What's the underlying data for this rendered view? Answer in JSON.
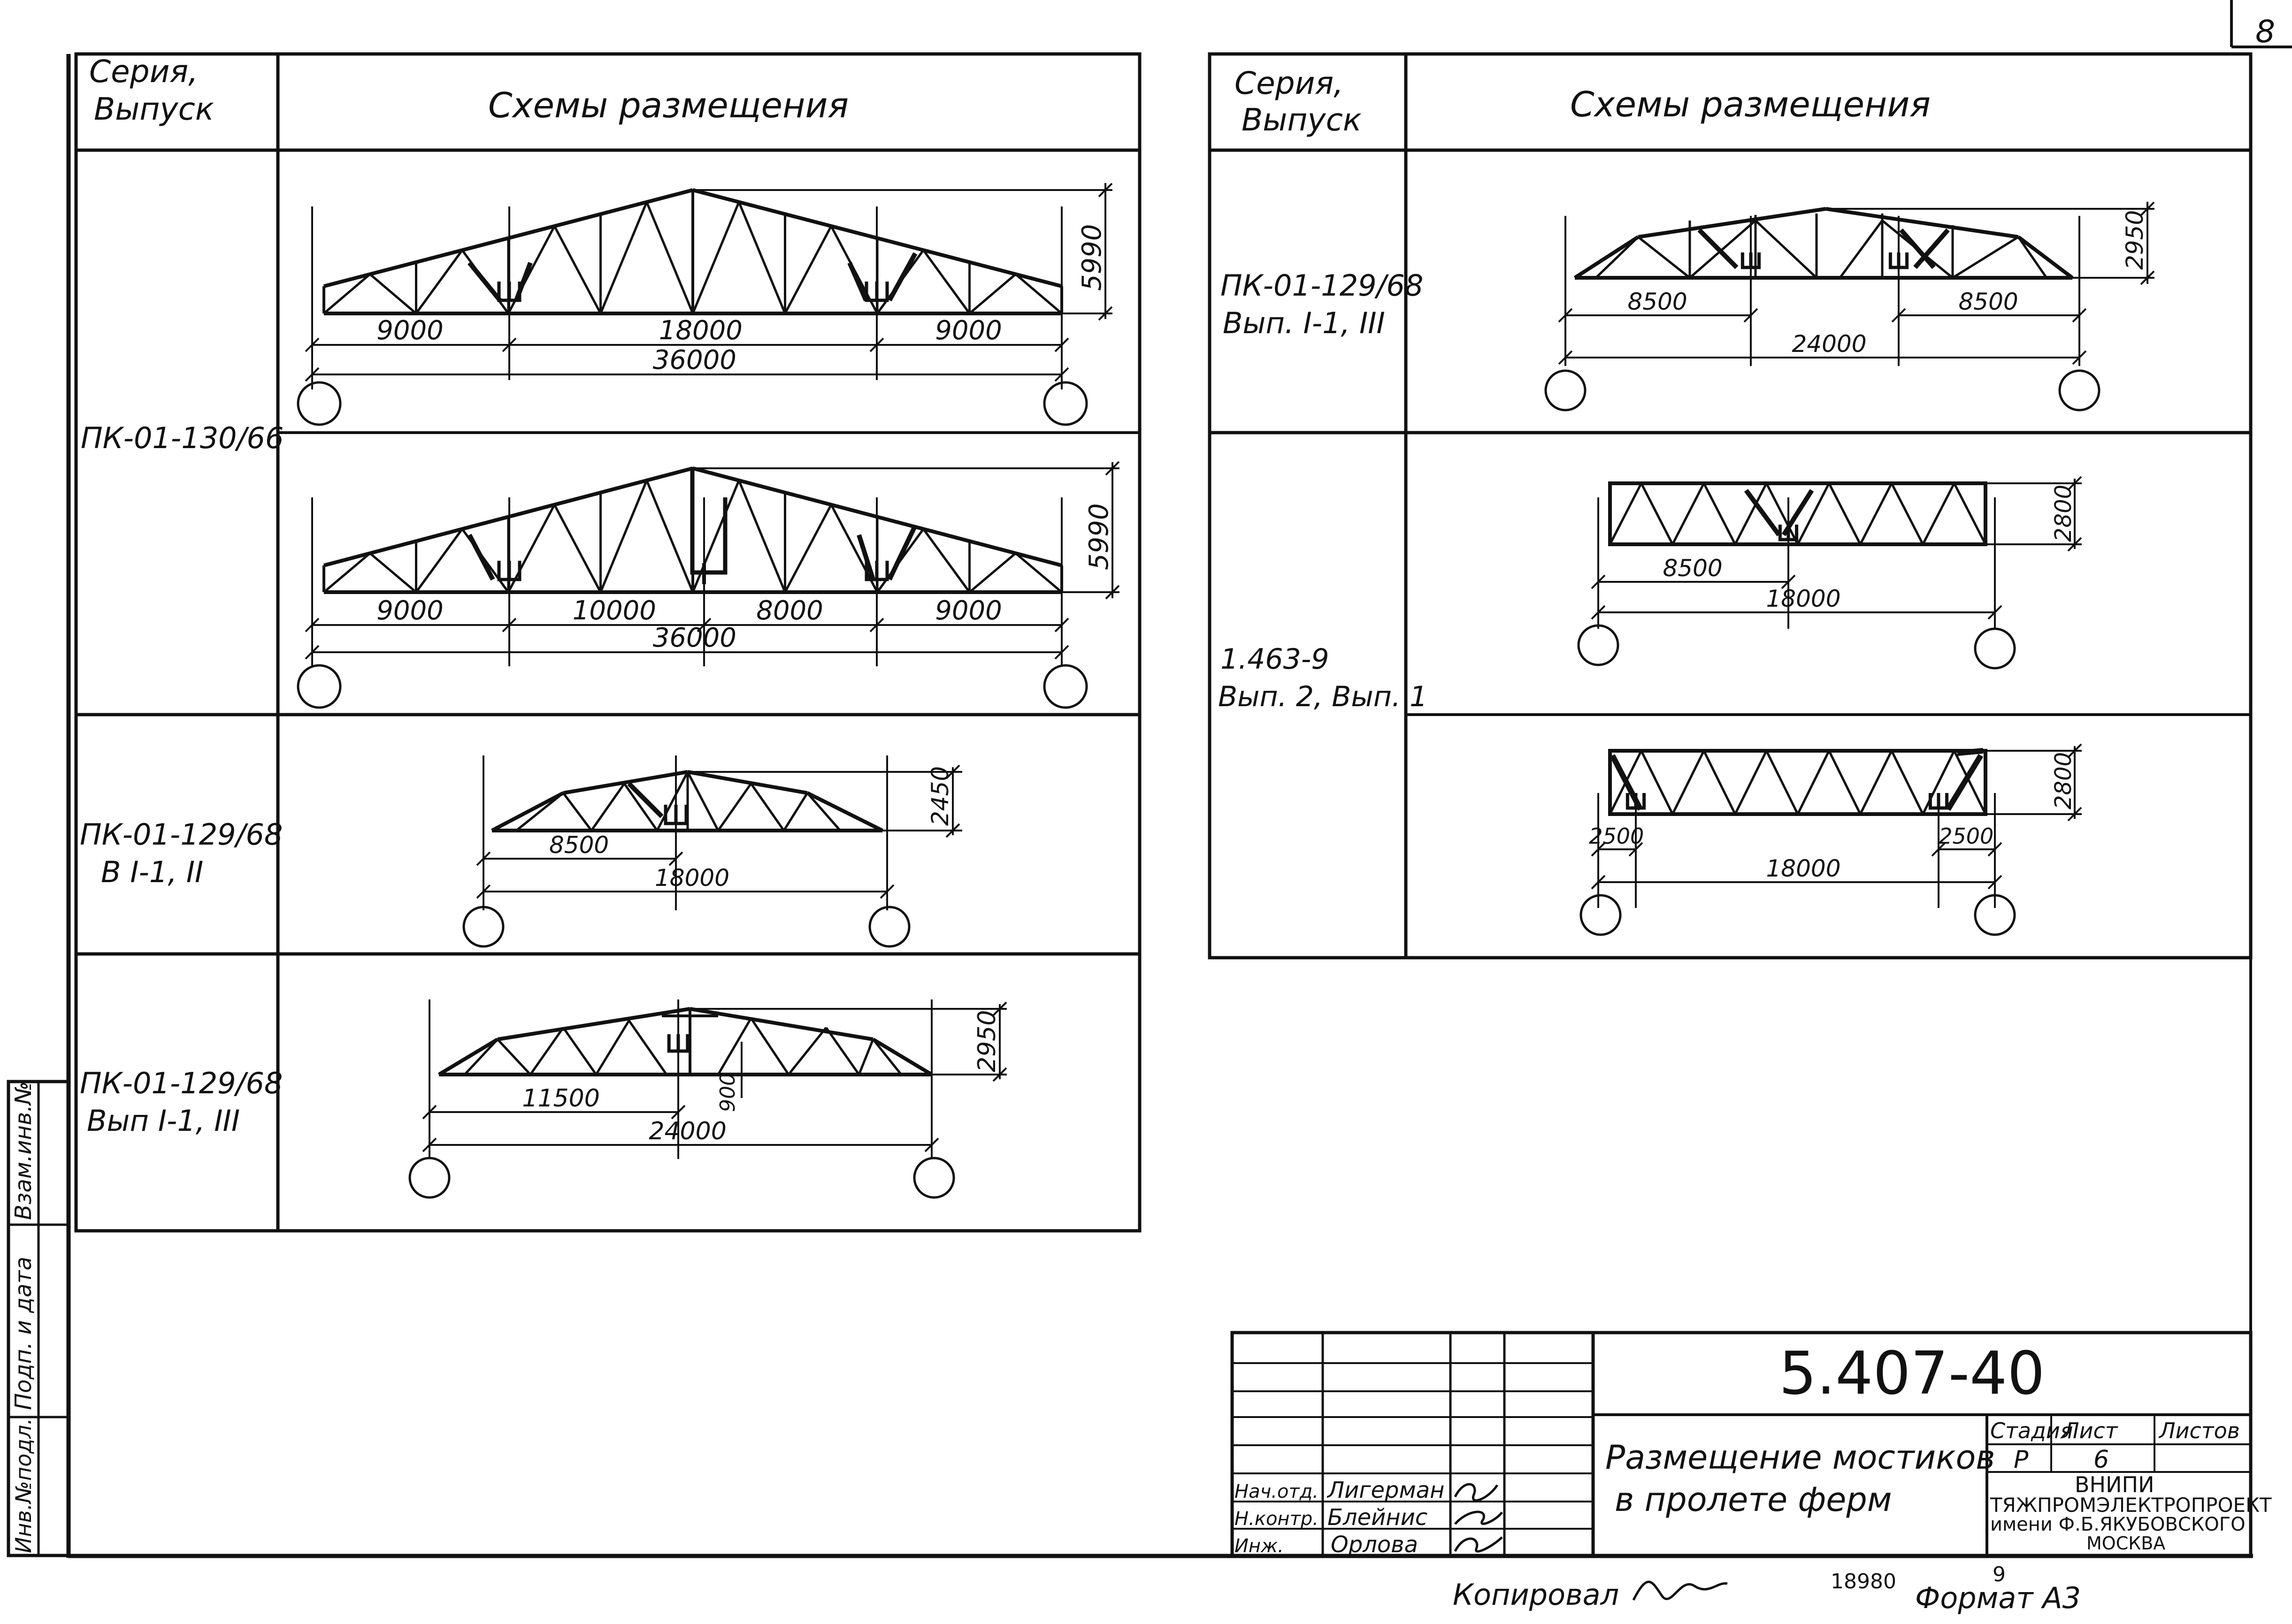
{
  "sheet_number": "8",
  "header": {
    "series_label": "Серия,\nВыпуск",
    "schemes_label": "Схемы размещения"
  },
  "left_rows": [
    {
      "series": "ПК-01-130/66",
      "schemes": [
        {
          "height": "5990",
          "spans": [
            "9000",
            "18000",
            "9000"
          ],
          "total": "36000"
        },
        {
          "height": "5990",
          "spans": [
            "9000",
            "10000",
            "8000",
            "9000"
          ],
          "total": "36000"
        }
      ]
    },
    {
      "series": "ПК-01-129/68\nВ I-1, II",
      "schemes": [
        {
          "height": "2450",
          "spans": [
            "8500",
            "18000"
          ]
        }
      ]
    },
    {
      "series": "ПК-01-129/68\nВып I-1, III",
      "schemes": [
        {
          "height": "2950",
          "extra": "900",
          "spans": [
            "11500",
            "24000"
          ]
        }
      ]
    }
  ],
  "right_rows": [
    {
      "series": "ПК-01-129/68\nВып. I-1, III",
      "schemes": [
        {
          "height": "2950",
          "spans": [
            "8500",
            "8500",
            "24000"
          ]
        }
      ]
    },
    {
      "series": "1.463-9\nВып. 2, Вып. 1",
      "schemes": [
        {
          "height": "2800",
          "spans": [
            "8500",
            "18000"
          ]
        },
        {
          "height": "2800",
          "spans": [
            "2500",
            "2500",
            "18000"
          ]
        }
      ]
    }
  ],
  "side_stamp": [
    "Взам.инв.№",
    "Подп. и дата",
    "Инв.№подл."
  ],
  "title_block": {
    "code": "5.407-40",
    "title_line1": "Размещение мостиков",
    "title_line2": "в пролете ферм",
    "roles": [
      "Нач.отд.",
      "Н.контр.",
      "Инж."
    ],
    "names": [
      "Лигерман",
      "Блейнис",
      "Орлова"
    ],
    "headers": [
      "Стадия",
      "Лист",
      "Листов"
    ],
    "stage": "Р",
    "sheet": "6",
    "org": [
      "ВНИПИ",
      "ТЯЖПРОМЭЛЕКТРОПРОЕКТ",
      "имени Ф.Б.ЯКУБОВСКОГО",
      "МОСКВА"
    ]
  },
  "footer": {
    "copied": "Копировал",
    "format": "Формат А3",
    "archive": "18980",
    "archive_sheet": "9"
  }
}
